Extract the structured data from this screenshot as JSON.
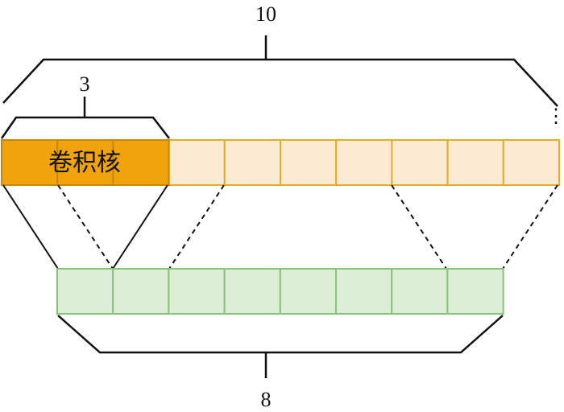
{
  "labels": {
    "input_length": "10",
    "kernel_size": "3",
    "output_length": "8",
    "kernel_name": "卷积核",
    "continuation": "⋮"
  },
  "input": {
    "cells": 10,
    "visible_cells": 10
  },
  "output": {
    "cells": 8
  },
  "kernel": {
    "size": 3
  },
  "colors": {
    "kernel_fill": "#F0A30A",
    "kernel_stroke": "#C98700",
    "input_fill": "#FBEBD2",
    "input_stroke": "#E3AC2A",
    "output_fill": "#DDEED7",
    "output_stroke": "#86C37A",
    "line": "#111111"
  }
}
